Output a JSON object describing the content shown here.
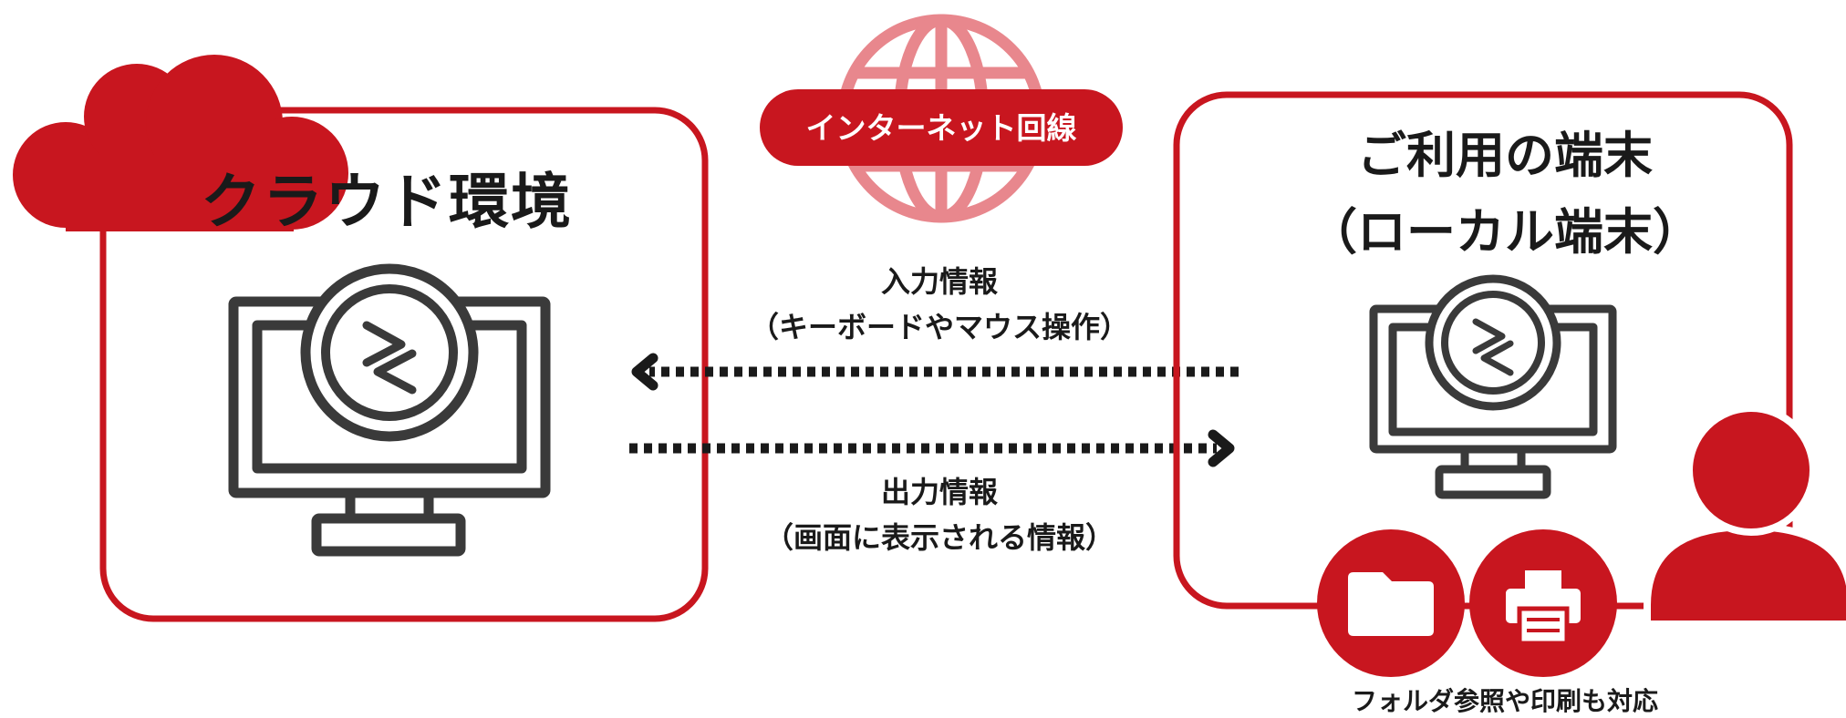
{
  "cloud_box": {
    "title": "クラウド環境"
  },
  "network": {
    "label": "インターネット回線"
  },
  "local_box": {
    "title_line1": "ご利用の端末",
    "title_line2": "（ローカル端末）"
  },
  "input_flow": {
    "line1": "入力情報",
    "line2": "（キーボードやマウス操作）"
  },
  "output_flow": {
    "line1": "出力情報",
    "line2": "（画面に表示される情報）"
  },
  "footer": {
    "note": "フォルダ参照や印刷も対応"
  },
  "icons": [
    "cloud-icon",
    "globe-icon",
    "monitor-icon",
    "remote-logo-icon",
    "folder-icon",
    "printer-icon",
    "user-icon"
  ],
  "colors": {
    "accent": "#C8161F",
    "globe": "#E8878D",
    "icon_stroke": "#3A3A3A",
    "text": "#1A1A1A"
  }
}
